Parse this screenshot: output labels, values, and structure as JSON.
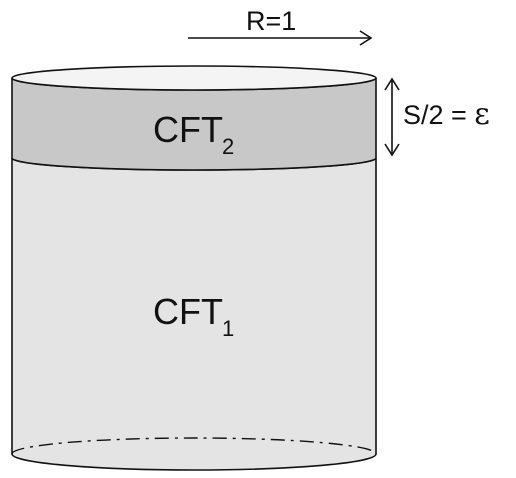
{
  "labels": {
    "radius": "R=1",
    "height_prefix": "S/2 = ",
    "height_symbol": "ε",
    "cft_top": {
      "base": "CFT",
      "subscript": "2"
    },
    "cft_bottom": {
      "base": "CFT",
      "subscript": "1"
    }
  },
  "colors": {
    "top_band": "#c8c8c8",
    "body": "#e4e4e4",
    "top_cap": "#f4f4f4",
    "stroke": "#111111"
  }
}
